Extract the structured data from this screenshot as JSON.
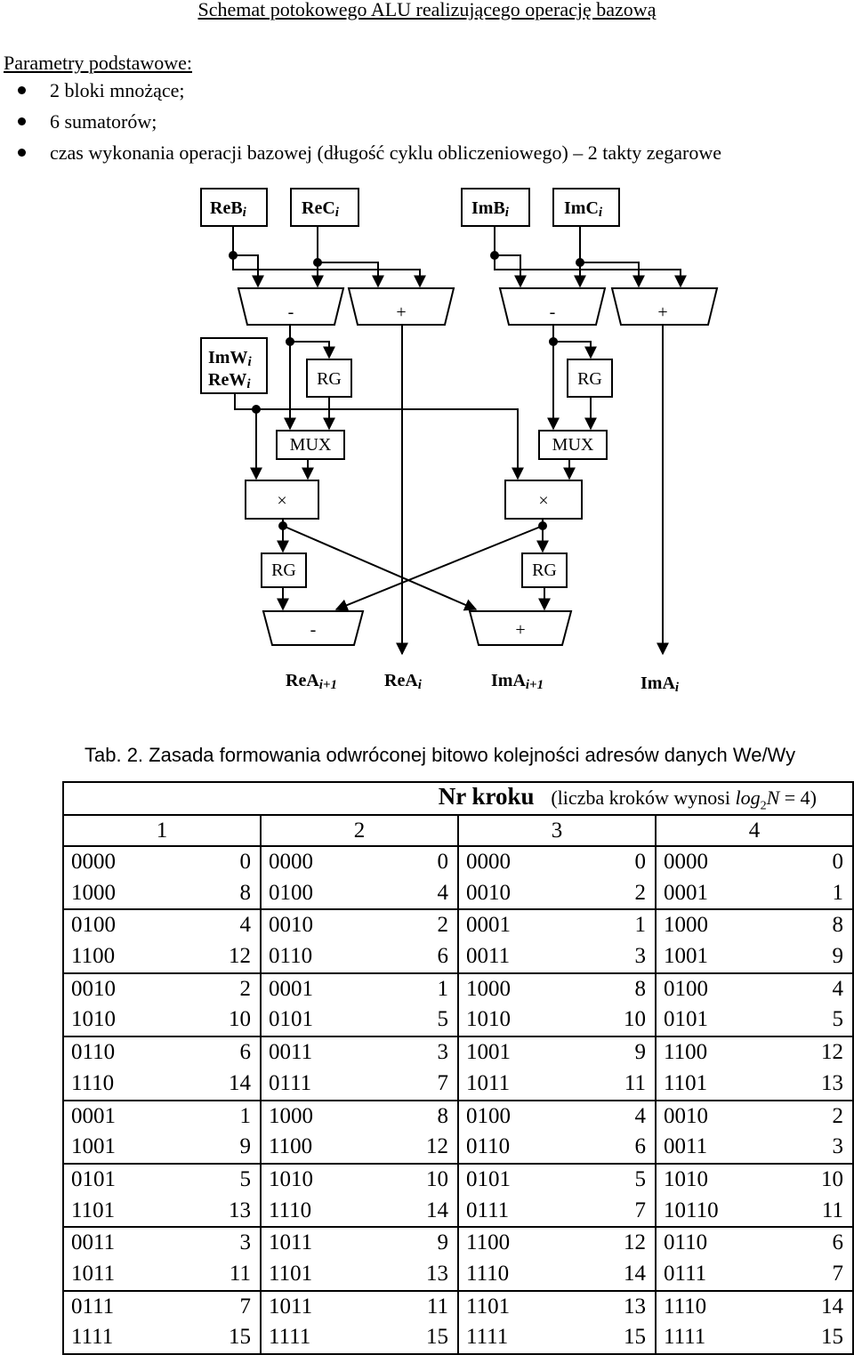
{
  "title": "Schemat potokowego ALU realizującego operację bazową",
  "params_heading": "Parametry podstawowe:",
  "bullets": [
    "2 bloki mnożące;",
    "6 sumatorów;",
    "czas wykonania operacji bazowej (długość cyklu obliczeniowego) – 2 takty zegarowe"
  ],
  "diagram": {
    "inputs": [
      {
        "base": "ReB",
        "sub": "i"
      },
      {
        "base": "ReC",
        "sub": "i"
      },
      {
        "base": "ImB",
        "sub": "i"
      },
      {
        "base": "ImC",
        "sub": "i"
      }
    ],
    "w_box": [
      {
        "base": "ImW",
        "sub": "i"
      },
      {
        "base": "ReW",
        "sub": "i"
      }
    ],
    "ops": [
      "-",
      "+",
      "-",
      "+"
    ],
    "rg": "RG",
    "mux": "MUX",
    "mult": "×",
    "out_ops": [
      "-",
      "+"
    ],
    "outputs": [
      {
        "base": "ReA",
        "sub": "i+1"
      },
      {
        "base": "ReA",
        "sub": "i"
      },
      {
        "base": "ImA",
        "sub": "i+1"
      },
      {
        "base": "ImA",
        "sub": "i"
      }
    ]
  },
  "caption": "Tab. 2. Zasada formowania odwróconej bitowo kolejności adresów danych We/Wy",
  "table": {
    "header_bold": "Nr kroku",
    "header_note_pre": "(liczba kroków wynosi ",
    "header_note_log": "log",
    "header_note_sub": "2",
    "header_note_n": "N",
    "header_note_post": " = 4)",
    "steps": [
      "1",
      "2",
      "3",
      "4"
    ],
    "groups": [
      [
        [
          "0000",
          "0",
          "0000",
          "0",
          "0000",
          "0",
          "0000",
          "0"
        ],
        [
          "1000",
          "8",
          "0100",
          "4",
          "0010",
          "2",
          "0001",
          "1"
        ]
      ],
      [
        [
          "0100",
          "4",
          "0010",
          "2",
          "0001",
          "1",
          "1000",
          "8"
        ],
        [
          "1100",
          "12",
          "0110",
          "6",
          "0011",
          "3",
          "1001",
          "9"
        ]
      ],
      [
        [
          "0010",
          "2",
          "0001",
          "1",
          "1000",
          "8",
          "0100",
          "4"
        ],
        [
          "1010",
          "10",
          "0101",
          "5",
          "1010",
          "10",
          "0101",
          "5"
        ]
      ],
      [
        [
          "0110",
          "6",
          "0011",
          "3",
          "1001",
          "9",
          "1100",
          "12"
        ],
        [
          "1110",
          "14",
          "0111",
          "7",
          "1011",
          "11",
          "1101",
          "13"
        ]
      ],
      [
        [
          "0001",
          "1",
          "1000",
          "8",
          "0100",
          "4",
          "0010",
          "2"
        ],
        [
          "1001",
          "9",
          "1100",
          "12",
          "0110",
          "6",
          "0011",
          "3"
        ]
      ],
      [
        [
          "0101",
          "5",
          "1010",
          "10",
          "0101",
          "5",
          "1010",
          "10"
        ],
        [
          "1101",
          "13",
          "1110",
          "14",
          "0111",
          "7",
          "10110",
          "11"
        ]
      ],
      [
        [
          "0011",
          "3",
          "1011",
          "9",
          "1100",
          "12",
          "0110",
          "6"
        ],
        [
          "1011",
          "11",
          "1101",
          "13",
          "1110",
          "14",
          "0111",
          "7"
        ]
      ],
      [
        [
          "0111",
          "7",
          "1011",
          "11",
          "1101",
          "13",
          "1110",
          "14"
        ],
        [
          "1111",
          "15",
          "1111",
          "15",
          "1111",
          "15",
          "1111",
          "15"
        ]
      ]
    ]
  }
}
